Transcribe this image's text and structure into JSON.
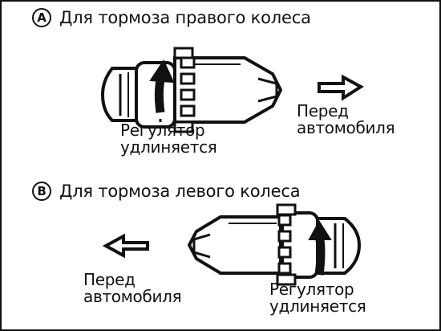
{
  "section_a": {
    "badge": "A",
    "title": "Для тормоза правого колеса",
    "adjuster_line1": "Регулятор",
    "adjuster_line2": "удлиняется",
    "front_line1": "Перед",
    "front_line2": "автомобиля"
  },
  "section_b": {
    "badge": "B",
    "title": "Для тормоза левого колеса",
    "adjuster_line1": "Регулятор",
    "adjuster_line2": "удлиняется",
    "front_line1": "Перед",
    "front_line2": "автомобиля"
  },
  "colors": {
    "ink": "#111111",
    "paper": "#ffffff"
  }
}
